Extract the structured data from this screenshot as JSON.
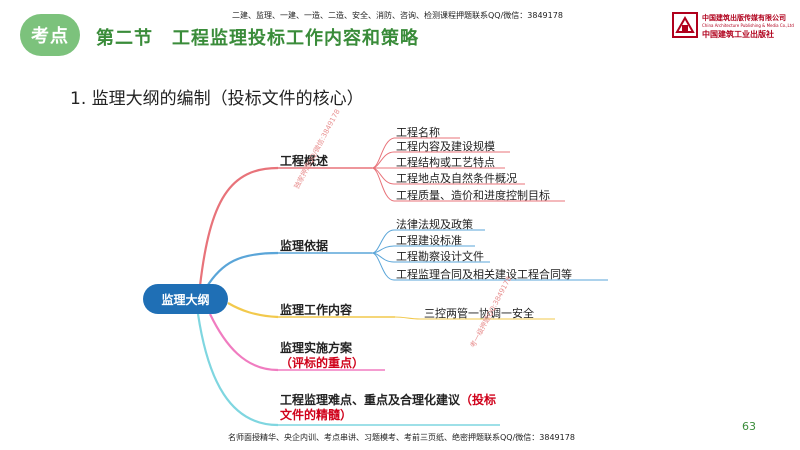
{
  "header": {
    "top_note": "二建、监理、一建、一造、二造、安全、消防、咨询、检测课程押题联系QQ/微信：3849178",
    "badge": "考点",
    "section_title": "第二节　工程监理投标工作内容和策略",
    "publisher": {
      "name_cn": "中国建筑出版传媒有限公司",
      "name_en": "China Architecture Publishing & Media Co.,Ltd",
      "brand": "中国建筑工业出版社"
    }
  },
  "main": {
    "heading": "1. 监理大纲的编制（投标文件的核心）",
    "mindmap": {
      "root": "监理大纲",
      "branches": [
        {
          "label": "工程概述",
          "color": "#e8737a",
          "leaves": [
            "工程名称",
            "工程内容及建设规模",
            "工程结构或工艺特点",
            "工程地点及自然条件概况",
            "工程质量、造价和进度控制目标"
          ]
        },
        {
          "label": "监理依据",
          "color": "#5aa5d8",
          "leaves": [
            "法律法规及政策",
            "工程建设标准",
            "工程勘察设计文件",
            "工程监理合同及相关建设工程合同等"
          ]
        },
        {
          "label": "监理工作内容",
          "color": "#f2c94c",
          "leaves": [
            "三控两管一协调一安全"
          ]
        },
        {
          "label": "监理实施方案",
          "label_red": "（评标的重点）",
          "color": "#f07cc0",
          "leaves": []
        },
        {
          "label": "工程监理难点、重点及合理化建议",
          "label_red_a": "（投标",
          "label_red_b": "文件的精髓）",
          "label_line2": "文件的精髓）",
          "color": "#7fd6e0",
          "leaves": []
        }
      ]
    },
    "watermarks": [
      "独家押题QQ/微信:3849178",
      "考一级押题QQ:3849178"
    ]
  },
  "footer": {
    "bottom_note": "名师面授精华、央企内训、考点串讲、习题模考、考前三页纸、绝密押题联系QQ/微信：3849178",
    "page_number": "63"
  }
}
